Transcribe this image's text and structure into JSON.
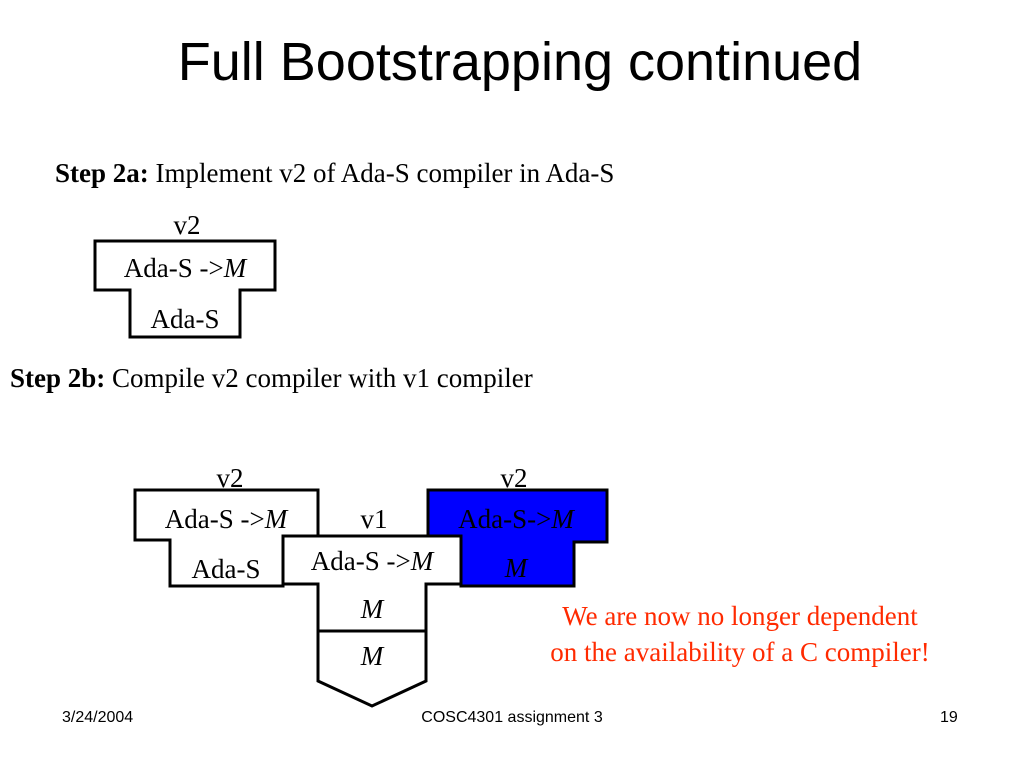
{
  "slide": {
    "title": "Full Bootstrapping continued",
    "step2a": {
      "label": "Step 2a:",
      "text": "Implement v2 of Ada-S compiler in Ada-S"
    },
    "step2b": {
      "label": "Step 2b:",
      "text": "Compile v2 compiler with v1 compiler"
    },
    "note": {
      "line1": "We are now no longer dependent",
      "line2": "on the availability of a C compiler!"
    }
  },
  "diagram_a": {
    "version": "v2",
    "translation_source": "Ada-S ->",
    "translation_target": "M",
    "implementation": "Ada-S"
  },
  "diagram_b": {
    "source_compiler": {
      "version": "v2",
      "translation_source": "Ada-S ->",
      "translation_target": "M",
      "implementation": "Ada-S"
    },
    "compiler_v1": {
      "version": "v1",
      "translation_source": "Ada-S ->",
      "translation_target": "M",
      "implementation": "M"
    },
    "machine": {
      "label": "M"
    },
    "result_compiler": {
      "version": "v2",
      "translation_source": "Ada-S->",
      "translation_target": "M",
      "implementation": "M",
      "fill_color": "#0000ff"
    }
  },
  "footer": {
    "date": "3/24/2004",
    "course": "COSC4301 assignment 3",
    "page": "19"
  }
}
